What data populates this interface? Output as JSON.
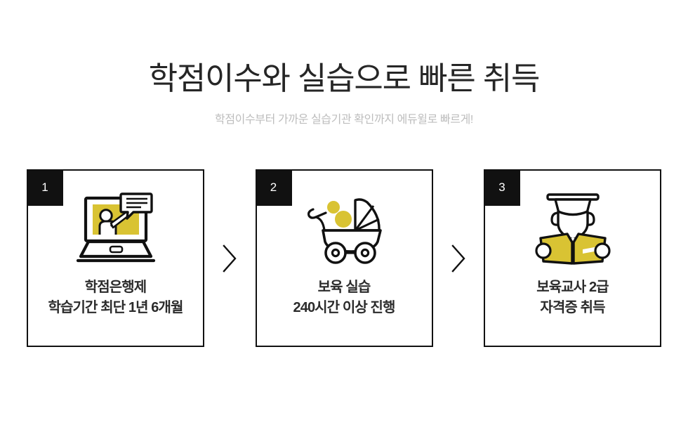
{
  "page": {
    "background_color": "#ffffff",
    "accent_color": "#d9c333",
    "ink_color": "#111111",
    "title_color": "#262626",
    "subtitle_color": "#bdbdbd"
  },
  "header": {
    "title": "학점이수와 실습으로 빠른 취득",
    "subtitle": "학점이수부터 가까운 실습기관 확인까지 에듀윌로 빠르게!"
  },
  "steps": [
    {
      "number": "1",
      "icon": "laptop-lecture-icon",
      "line1": "학점은행제",
      "line2": "학습기간 최단 1년 6개월"
    },
    {
      "number": "2",
      "icon": "baby-stroller-icon",
      "line1": "보육 실습",
      "line2": "240시간 이상 진행"
    },
    {
      "number": "3",
      "icon": "graduate-reading-book-icon",
      "line1": "보육교사 2급",
      "line2": "자격증 취득"
    }
  ],
  "separators": [
    {
      "icon": "chevron-right-icon"
    },
    {
      "icon": "chevron-right-icon"
    }
  ]
}
